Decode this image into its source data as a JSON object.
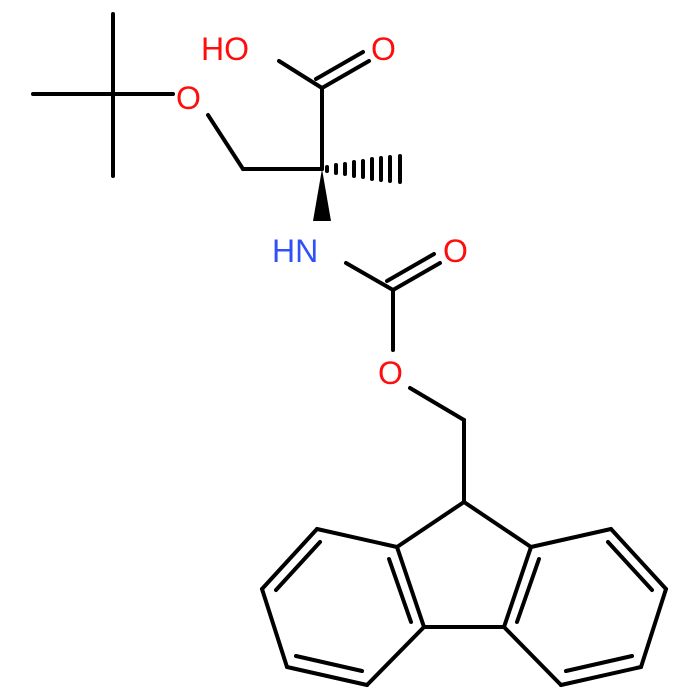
{
  "molecule": {
    "atoms": {
      "hydroxyl": "HO",
      "carbonyl_acid": "O",
      "ether_o": "O",
      "amine": "HN",
      "carbonyl_carbamate": "O",
      "ester_o": "O"
    },
    "colors": {
      "oxygen": "#ff0d0d",
      "nitrogen": "#3050f8",
      "bond": "#000000"
    }
  }
}
